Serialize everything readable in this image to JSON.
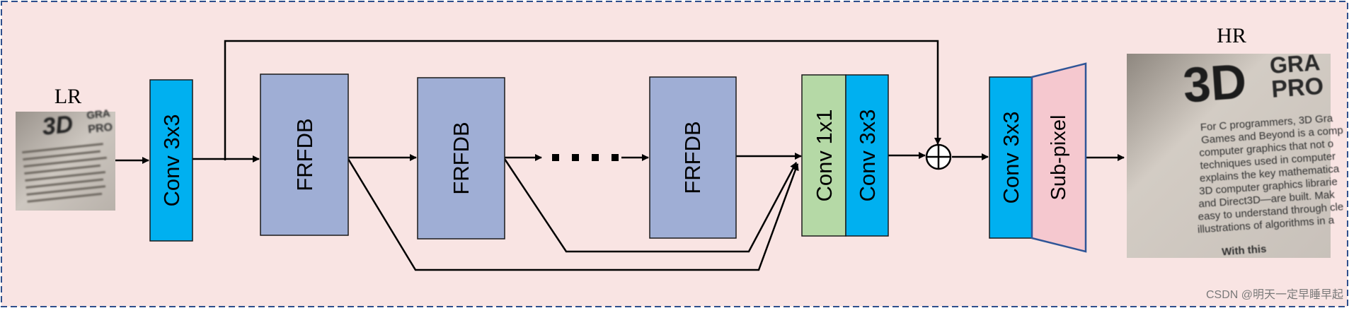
{
  "colors": {
    "panel_bg": "#f9e4e3",
    "frame": "#2e4f8c",
    "conv": "#00b0f0",
    "frfdb": "#9faed5",
    "conv1x1": "#b5d9a6",
    "subpixel": "#f5c8cf",
    "subpixel_border": "#2f5597",
    "arrow": "#000000"
  },
  "labels": {
    "lr": "LR",
    "hr": "HR",
    "watermark": "CSDN @明天一定早睡早起"
  },
  "blocks": {
    "conv_in": "Conv 3x3",
    "frfdb_1": "FRFDB",
    "frfdb_2": "FRFDB",
    "frfdb_n": "FRFDB",
    "conv_1x1": "Conv 1x1",
    "conv_fuse": "Conv 3x3",
    "conv_up": "Conv 3x3",
    "subpixel": "Sub-pixel"
  },
  "images": {
    "lr": {
      "lines": [
        "3D",
        "GRA",
        "PRO"
      ],
      "icon": "blurred-book-cover-thumbnail"
    },
    "hr": {
      "lines": [
        "3D",
        "GRA",
        "PRO"
      ],
      "text_lines": [
        "For C programmers, 3D Gra",
        "Games and Beyond is a comp",
        "computer graphics that not o",
        "techniques used in computer",
        "explains the key mathematica",
        "3D computer graphics librarie",
        "and Direct3D—are built. Mak",
        "easy to understand through cle",
        "illustrations of algorithms in a",
        "With this"
      ],
      "icon": "book-cover-photo"
    }
  }
}
